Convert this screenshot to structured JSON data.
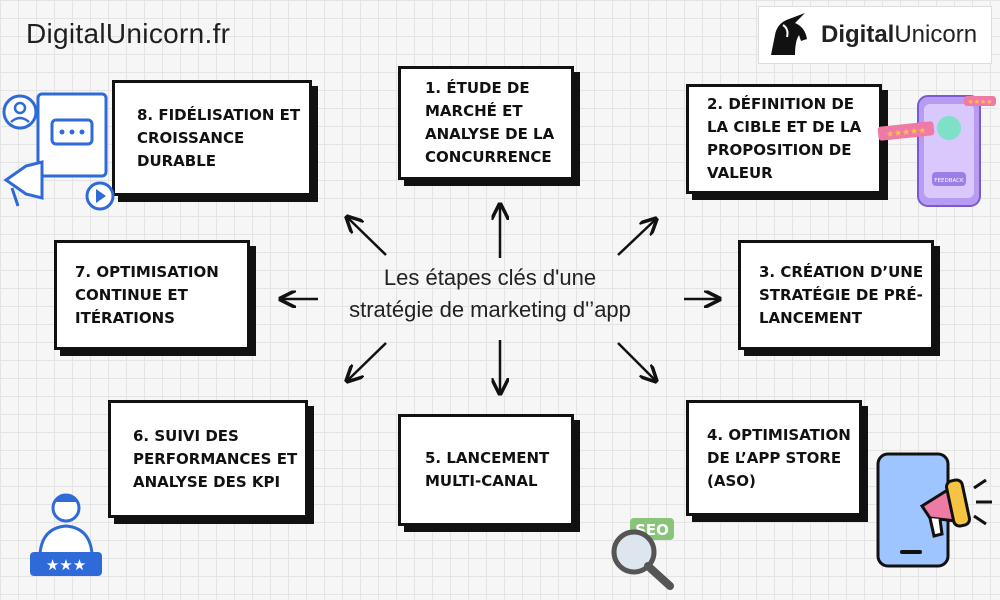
{
  "header": {
    "site_name": "DigitalUnicorn.fr",
    "logo_word_bold": "Digital",
    "logo_word_light": "Unicorn"
  },
  "diagram": {
    "center_title_line1": "Les étapes clés d'une",
    "center_title_line2": "stratégie de marketing d'’app",
    "steps": [
      {
        "label": "1. ÉTUDE DE MARCHÉ ET ANALYSE DE LA CONCURRENCE"
      },
      {
        "label": "2. DÉFINITION DE LA CIBLE ET DE LA PROPOSITION DE VALEUR"
      },
      {
        "label": "3. CRÉATION D’UNE STRATÉGIE DE PRÉ-LANCEMENT"
      },
      {
        "label": "4. OPTIMISATION DE L’APP STORE (ASO)"
      },
      {
        "label": "5. LANCEMENT MULTI-CANAL"
      },
      {
        "label": "6. SUIVI DES PERFORMANCES ET ANALYSE DES KPI"
      },
      {
        "label": "7. OPTIMISATION CONTINUE ET ITÉRATIONS"
      },
      {
        "label": "8. FIDÉLISATION ET CROISSANCE DURABLE"
      }
    ]
  },
  "illustrations": {
    "feedback_label": "FEEDBACK",
    "seo_label": "SEO",
    "icons": [
      "megaphone-social-icon",
      "feedback-phone-icon",
      "phone-megaphone-icon",
      "seo-magnifier-icon",
      "rating-person-icon"
    ]
  },
  "colors": {
    "accent_blue": "#2f6bd8",
    "accent_purple": "#b79cf2",
    "accent_pink": "#f07aa6",
    "accent_yellow": "#f6c343",
    "phone_blue": "#9ec5ff",
    "seo_green": "#8ac37a"
  }
}
